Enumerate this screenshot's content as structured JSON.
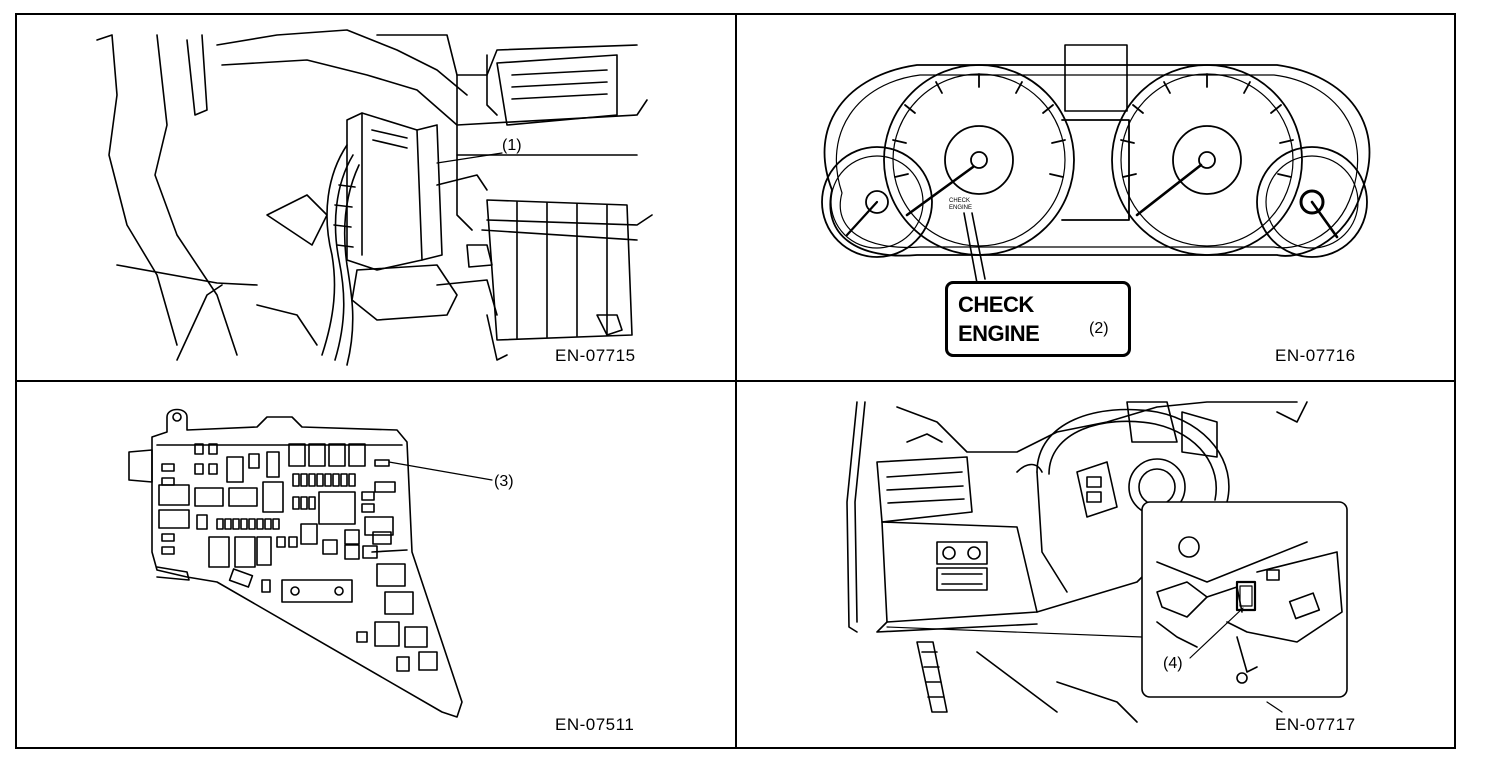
{
  "panels": [
    {
      "figure": "EN-07715",
      "callout": "(1)",
      "subject": "harness connector module behind dashboard"
    },
    {
      "figure": "EN-07716",
      "callout": "(2)",
      "subject": "combination meter",
      "warning_lines": [
        "CHECK",
        "ENGINE"
      ]
    },
    {
      "figure": "EN-07511",
      "callout": "(3)",
      "subject": "fuse and relay box"
    },
    {
      "figure": "EN-07717",
      "callout": "(4)",
      "subject": "data link connector under steering column"
    }
  ],
  "colors": {
    "line": "#000000",
    "background": "#ffffff"
  }
}
